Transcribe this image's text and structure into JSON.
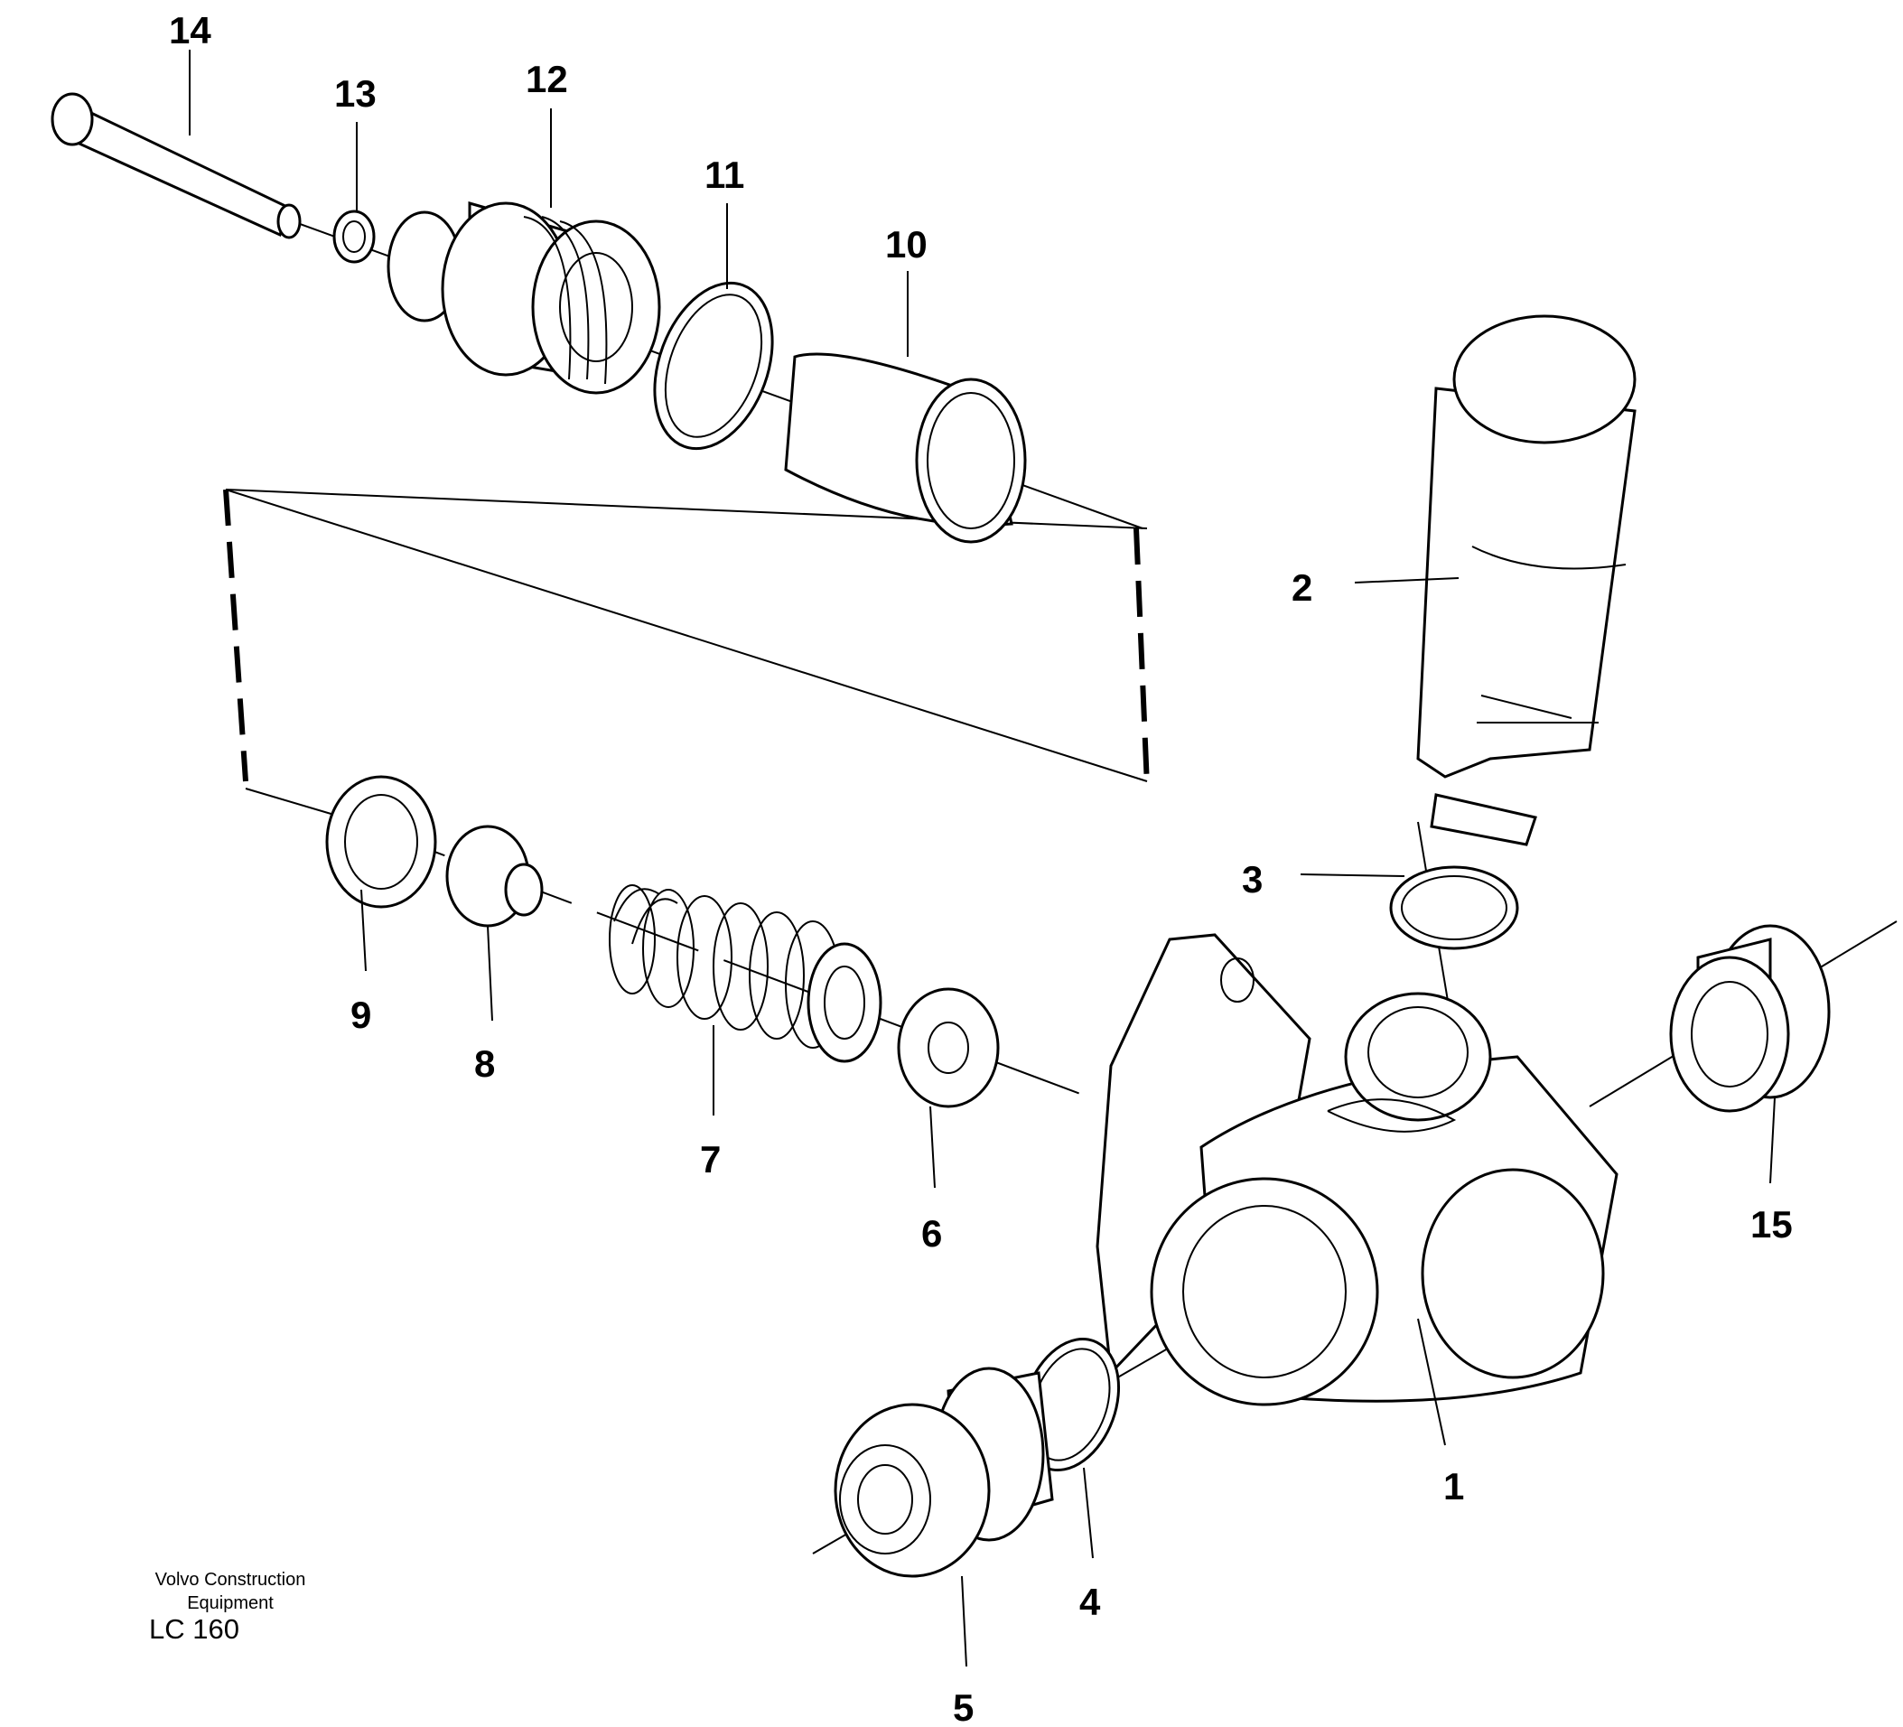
{
  "labels": [
    "1",
    "2",
    "3",
    "4",
    "5",
    "6",
    "7",
    "8",
    "9",
    "10",
    "11",
    "12",
    "13",
    "14",
    "15"
  ],
  "caption": {
    "brand_line1": "Volvo Construction",
    "brand_line2": "Equipment",
    "model": "LC 160"
  }
}
